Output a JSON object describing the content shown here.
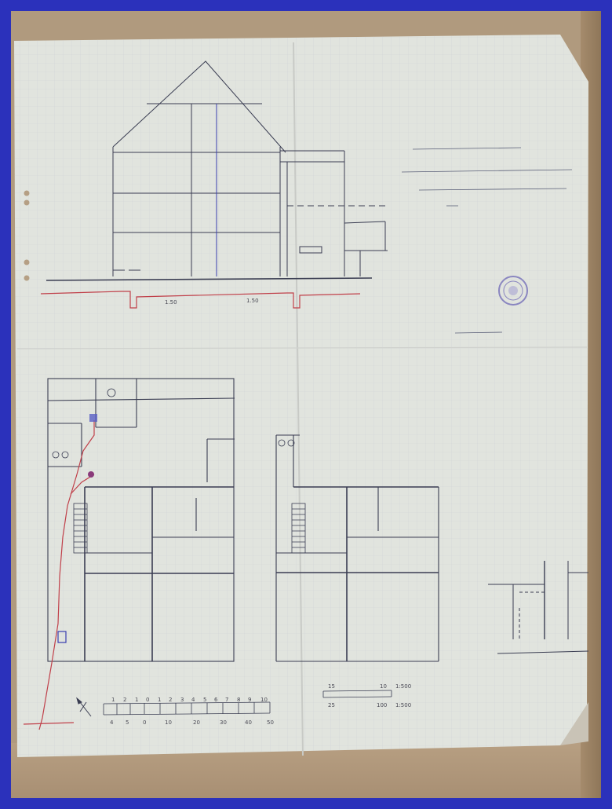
{
  "colors": {
    "frame": "#2b31bb",
    "paper": "#dfe2dc",
    "ink": "#3a3d52",
    "ink_blue": "#3a3fb0",
    "ink_red": "#c0404a",
    "stamp": "#8a86c0",
    "wood": "#b09a7e"
  },
  "section": {
    "level_labels": [
      "1.50",
      "1.50"
    ]
  },
  "scale_bar": {
    "upper_numbers": [
      "1",
      "2",
      "1",
      "0",
      "1",
      "2",
      "3",
      "4",
      "5",
      "6",
      "7",
      "8",
      "9",
      "10"
    ],
    "lower_numbers": [
      "4",
      "5",
      "0",
      "10",
      "20",
      "30",
      "40",
      "50"
    ],
    "right_upper": [
      "15",
      "10",
      "1:500"
    ],
    "right_lower": [
      "25",
      "100",
      "1:500"
    ]
  },
  "icons": [
    "stamp-seal-icon",
    "north-arrow-icon"
  ]
}
